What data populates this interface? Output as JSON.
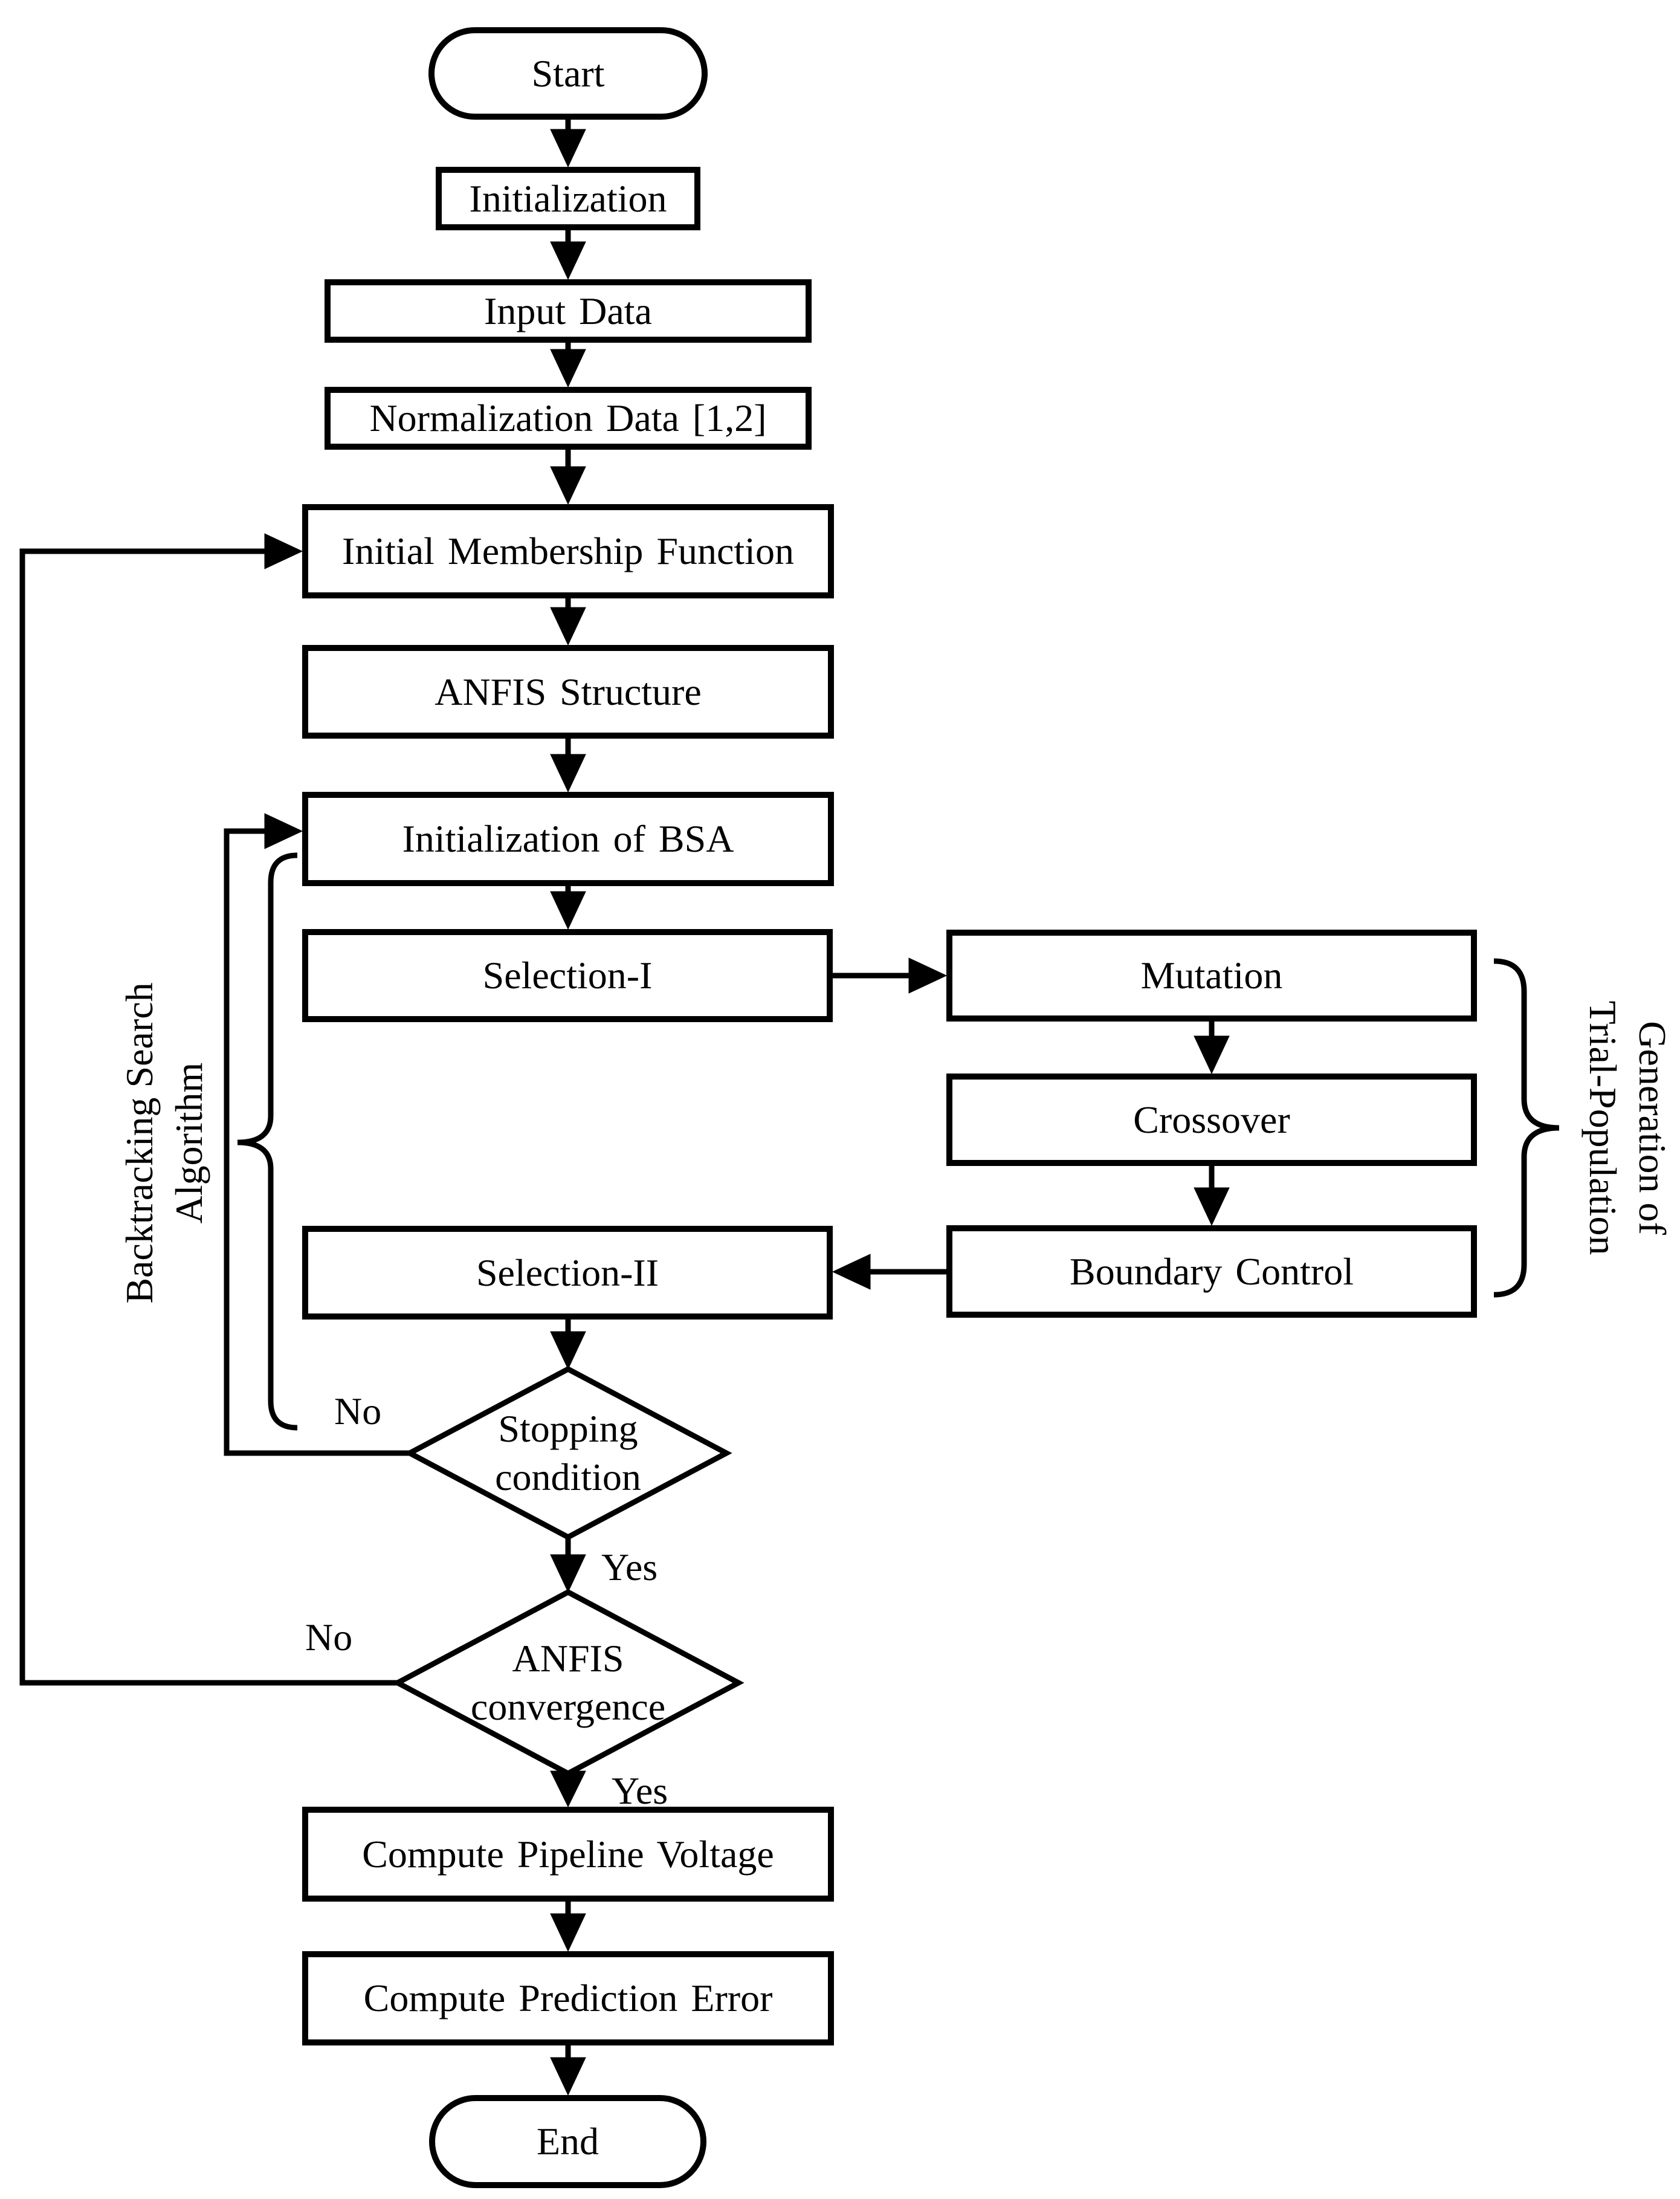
{
  "diagram": {
    "type": "flowchart",
    "nodes": {
      "start": {
        "label": "Start"
      },
      "initialization": {
        "label": "Initialization"
      },
      "input_data": {
        "label": "Input Data"
      },
      "normalization": {
        "label": "Normalization Data [1,2]"
      },
      "initial_membership": {
        "label": "Initial Membership Function"
      },
      "anfis_structure": {
        "label": "ANFIS Structure"
      },
      "bsa_initialization": {
        "label": "Initialization of BSA"
      },
      "selection_1": {
        "label": "Selection-I"
      },
      "mutation": {
        "label": "Mutation"
      },
      "crossover": {
        "label": "Crossover"
      },
      "boundary_control": {
        "label": "Boundary Control"
      },
      "selection_2": {
        "label": "Selection-II"
      },
      "stopping_condition": {
        "line1": "Stopping",
        "line2": "condition"
      },
      "anfis_convergence": {
        "line1": "ANFIS",
        "line2": "convergence"
      },
      "compute_pipeline_voltage": {
        "label": "Compute Pipeline Voltage"
      },
      "compute_prediction_error": {
        "label": "Compute Prediction Error"
      },
      "end": {
        "label": "End"
      }
    },
    "edge_labels": {
      "stopping_no": "No",
      "stopping_yes": "Yes",
      "convergence_no": "No",
      "convergence_yes": "Yes"
    },
    "annotations": {
      "left_brace": {
        "line1": "Backtracking Search",
        "line2": "Algorithm"
      },
      "right_brace": {
        "line1": "Generation of",
        "line2": "Trial-Population"
      }
    },
    "colors": {
      "stroke": "#000000",
      "background": "#ffffff"
    }
  }
}
